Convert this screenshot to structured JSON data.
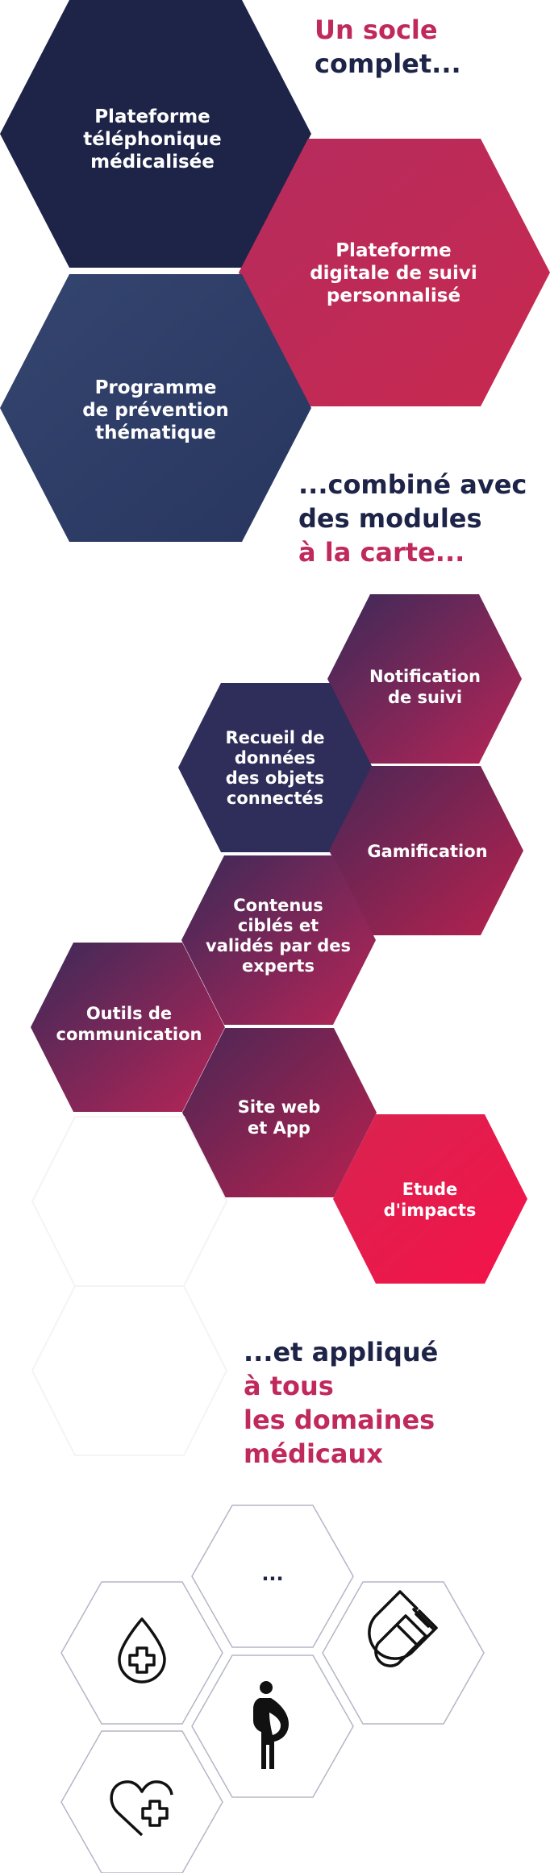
{
  "section1": {
    "heading_line1": "Un socle",
    "heading_line2": "complet...",
    "hexes": [
      {
        "lines": [
          "Plateforme",
          "téléphonique",
          "médicalisée"
        ],
        "color": "#1e2448"
      },
      {
        "lines": [
          "Plateforme",
          "digitale de suivi",
          "personnalisé"
        ],
        "color": "#c0295b"
      },
      {
        "lines": [
          "Programme",
          "de prévention",
          "thématique"
        ],
        "color": "#2e3d6a"
      }
    ]
  },
  "section2": {
    "heading_line1": "...combiné avec",
    "heading_line2": "des modules",
    "heading_line3": "à la carte...",
    "modules": [
      {
        "lines": [
          "Notification",
          "de suivi"
        ]
      },
      {
        "lines": [
          "Recueil de",
          "données",
          "des objets",
          "connectés"
        ]
      },
      {
        "lines": [
          "Gamification"
        ]
      },
      {
        "lines": [
          "Contenus",
          "ciblés et",
          "validés par des",
          "experts"
        ]
      },
      {
        "lines": [
          "Outils de",
          "communication"
        ]
      },
      {
        "lines": [
          "Site web",
          "et App"
        ]
      },
      {
        "lines": [
          "Etude",
          "d'impacts"
        ]
      }
    ]
  },
  "section3": {
    "heading_line1": "...et appliqué",
    "heading_line2": "à tous",
    "heading_line3": "les domaines",
    "heading_line4": "médicaux",
    "ellipsis": "...",
    "icons": [
      "blood-drop-cross-icon",
      "magnet-icon",
      "pregnant-woman-icon",
      "heart-cross-icon"
    ]
  },
  "colors": {
    "navy": "#1e2448",
    "pink": "#c0295b",
    "slate": "#2e3d6a",
    "module_gradient_start": "#3d2a5a",
    "module_gradient_end": "#c42656",
    "impact_start": "#d6244f",
    "impact_end": "#f2134a"
  }
}
